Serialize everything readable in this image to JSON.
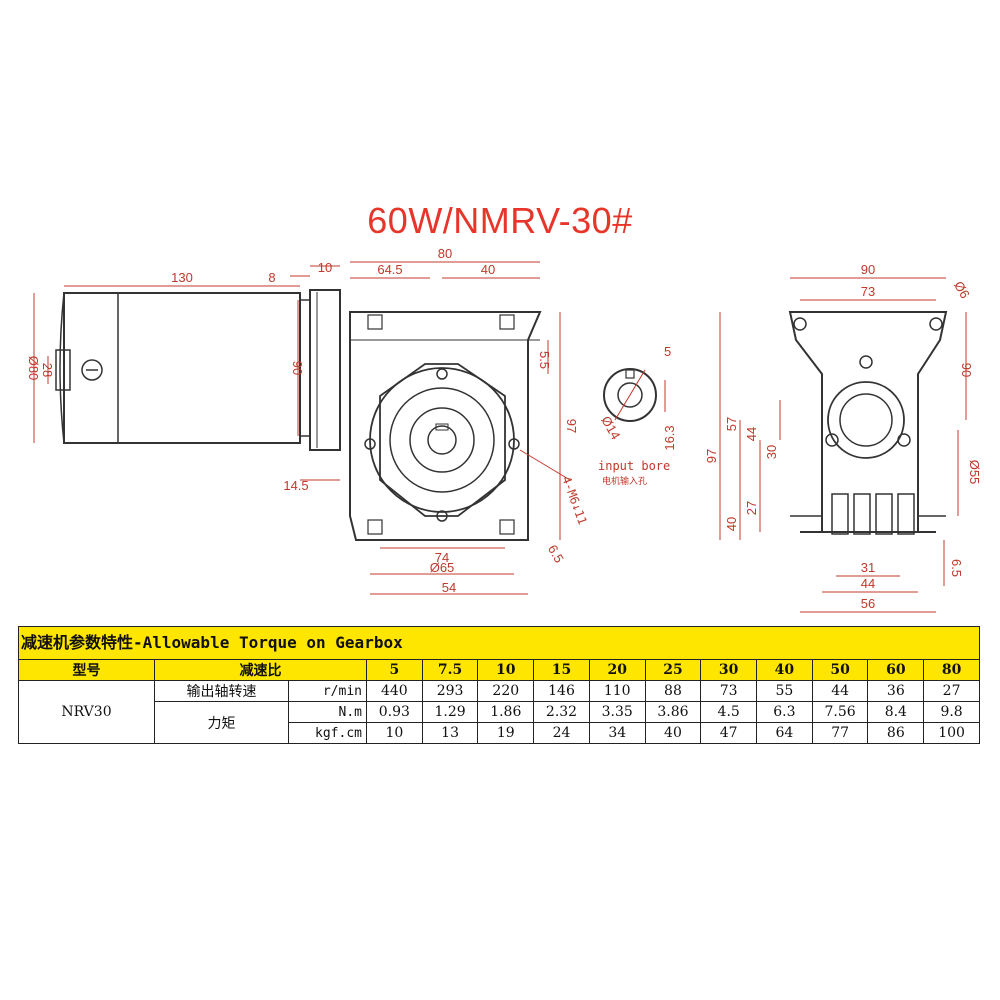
{
  "title": "60W/NMRV-30#",
  "dims": {
    "motor_len": "130",
    "d8": "8",
    "d10": "10",
    "d80_top": "80",
    "d64_5": "64.5",
    "d40_top": "40",
    "d_phi80": "Ø80",
    "d28": "28",
    "d90_left": "90",
    "d14_5": "14.5",
    "d5_5": "5.5",
    "d97_mid": "97",
    "d74": "74",
    "d_phi65": "Ø65",
    "d54": "54",
    "d6_5_mid": "6.5",
    "tap": "4-M6↓11",
    "bore_5": "5",
    "bore_phi14": "Ø14",
    "bore_16_3": "16.3",
    "bore_note_en": "input bore",
    "bore_note_cn": "电机输入孔",
    "r90_top": "90",
    "r73": "73",
    "r_phi6": "Ø6",
    "r90_side": "90",
    "r97": "97",
    "r57": "57",
    "r44": "44",
    "r30": "30",
    "r27": "27",
    "r40": "40",
    "r_phi55": "Ø55",
    "r31": "31",
    "r44_bot": "44",
    "r56": "56",
    "r6_5": "6.5"
  },
  "table": {
    "title": "减速机参数特性-Allowable Torque on Gearbox",
    "header": [
      "型号",
      "减速比"
    ],
    "ratios": [
      "5",
      "7.5",
      "10",
      "15",
      "20",
      "25",
      "30",
      "40",
      "50",
      "60",
      "80"
    ],
    "model": "NRV30",
    "speed_label": "输出轴转速",
    "torque_label": "力矩",
    "rows": [
      {
        "unit": "r/min",
        "values": [
          "440",
          "293",
          "220",
          "146",
          "110",
          "88",
          "73",
          "55",
          "44",
          "36",
          "27"
        ]
      },
      {
        "unit": "N.m",
        "values": [
          "0.93",
          "1.29",
          "1.86",
          "2.32",
          "3.35",
          "3.86",
          "4.5",
          "6.3",
          "7.56",
          "8.4",
          "9.8"
        ]
      },
      {
        "unit": "kgf.cm",
        "values": [
          "10",
          "13",
          "19",
          "24",
          "34",
          "40",
          "47",
          "64",
          "77",
          "86",
          "100"
        ]
      }
    ]
  },
  "colors": {
    "accent": "#e8352a",
    "dim_line": "#c0392b",
    "table_header": "#ffe600",
    "outline": "#222222"
  }
}
